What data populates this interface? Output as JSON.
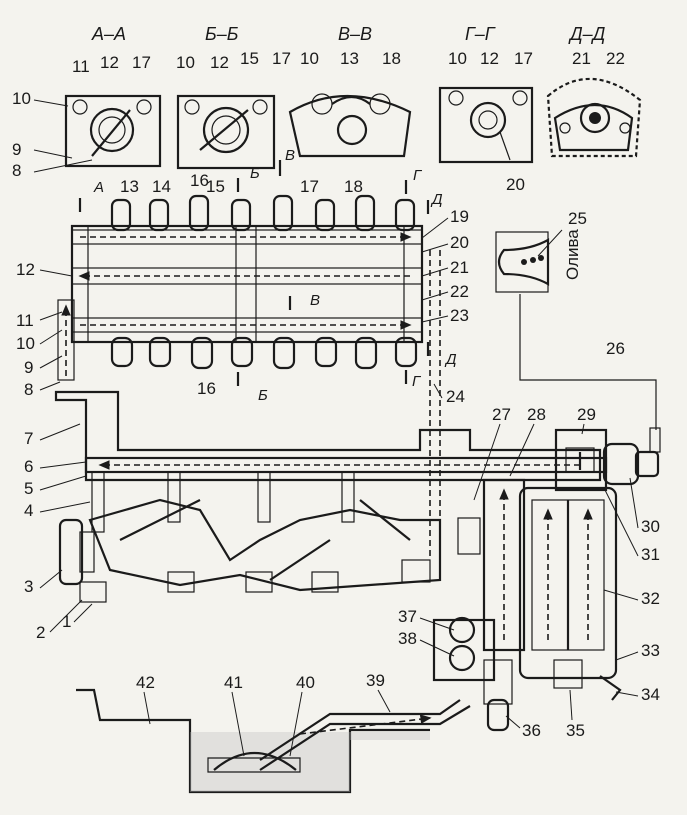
{
  "sections": [
    "А–А",
    "Б–Б",
    "В–В",
    "Г–Г",
    "Д–Д"
  ],
  "cut_marks": [
    "А",
    "Б",
    "В",
    "Г",
    "Д",
    "Б",
    "В",
    "Г",
    "Д"
  ],
  "oil_label": "Олива",
  "callouts": [
    "1",
    "2",
    "3",
    "4",
    "5",
    "6",
    "7",
    "8",
    "9",
    "10",
    "11",
    "12",
    "13",
    "14",
    "15",
    "16",
    "17",
    "18",
    "19",
    "20",
    "21",
    "22",
    "23",
    "24",
    "25",
    "26",
    "27",
    "28",
    "29",
    "30",
    "31",
    "32",
    "33",
    "34",
    "35",
    "36",
    "37",
    "38",
    "39",
    "40",
    "41",
    "42"
  ],
  "section_callouts": {
    "AA": [
      "11",
      "12",
      "17",
      "10",
      "9",
      "8"
    ],
    "BB": [
      "10",
      "12",
      "15",
      "17",
      "16"
    ],
    "VV": [
      "10",
      "13",
      "18"
    ],
    "GG": [
      "10",
      "12",
      "17",
      "20"
    ],
    "DD": [
      "21",
      "22"
    ]
  },
  "colors": {
    "ink": "#1b1b1b",
    "paper": "#f4f3ee",
    "hatch": "#555555",
    "oil": "#bdbdbd"
  }
}
